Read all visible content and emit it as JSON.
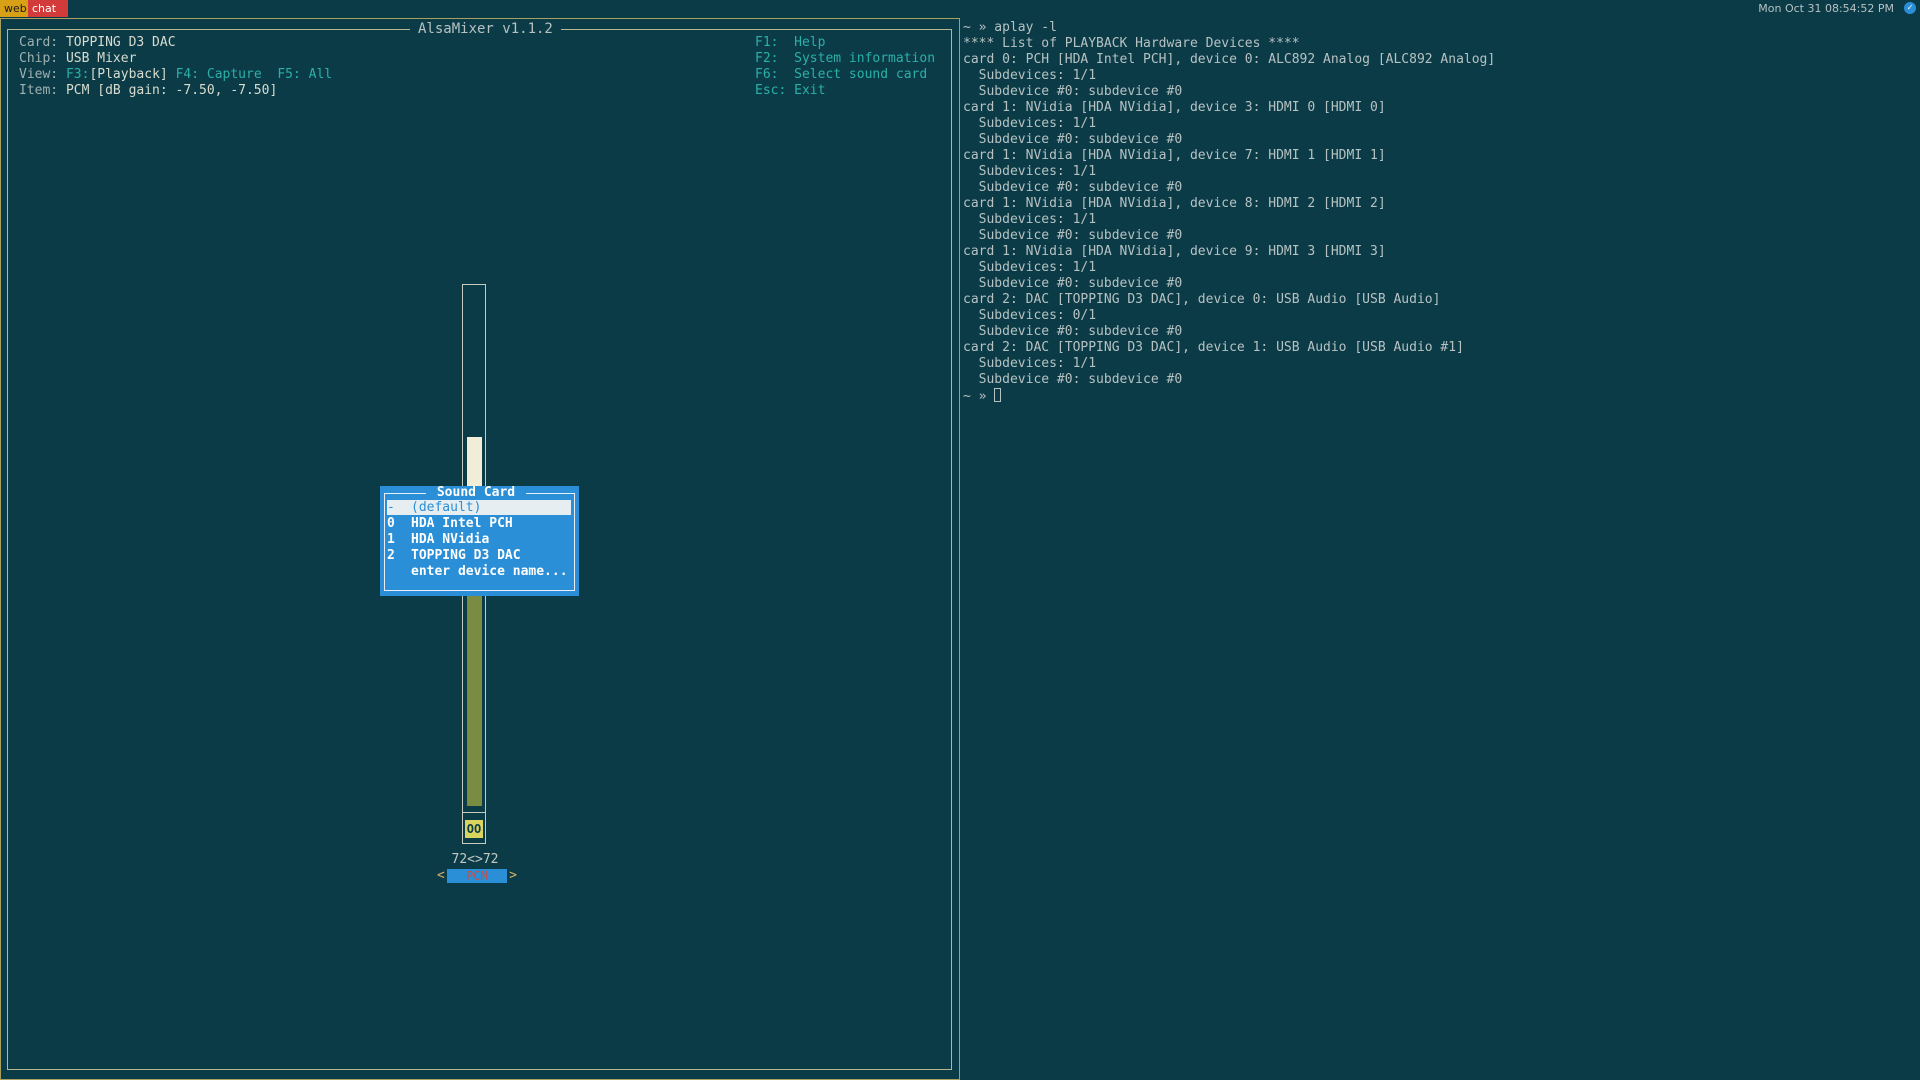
{
  "topbar": {
    "tags": [
      "web",
      "chat"
    ],
    "clock": "Mon Oct 31 08:54:52 PM",
    "tray_icon": "network-icon"
  },
  "mixer": {
    "title": "AlsaMixer v1.1.2",
    "card_label": "Card:",
    "card_value": "TOPPING D3 DAC",
    "chip_label": "Chip:",
    "chip_value": "USB Mixer",
    "view_label": "View:",
    "view_f3": "F3:",
    "view_playback": "[Playback]",
    "view_f4": "F4:",
    "view_capture": "Capture",
    "view_f5": "F5:",
    "view_all": "All",
    "item_label": "Item:",
    "item_value": "PCM [dB gain: -7.50, -7.50]",
    "help": [
      {
        "key": "F1:",
        "label": "Help"
      },
      {
        "key": "F2:",
        "label": "System information"
      },
      {
        "key": "F6:",
        "label": "Select sound card"
      },
      {
        "key": "Esc:",
        "label": "Exit"
      }
    ],
    "channel": {
      "mute_value": "OO",
      "level_text": "72<>72",
      "name": "PCM",
      "left_arrow": "<",
      "right_arrow": ">"
    },
    "popup": {
      "title": "Sound Card",
      "items": [
        {
          "key": "-",
          "label": "(default)",
          "selected": true
        },
        {
          "key": "0",
          "label": "HDA Intel PCH"
        },
        {
          "key": "1",
          "label": "HDA NVidia"
        },
        {
          "key": "2",
          "label": "TOPPING D3 DAC"
        },
        {
          "key": "",
          "label": "enter device name..."
        }
      ]
    }
  },
  "terminal": {
    "lines": [
      "~ » aplay -l",
      "**** List of PLAYBACK Hardware Devices ****",
      "card 0: PCH [HDA Intel PCH], device 0: ALC892 Analog [ALC892 Analog]",
      "  Subdevices: 1/1",
      "  Subdevice #0: subdevice #0",
      "card 1: NVidia [HDA NVidia], device 3: HDMI 0 [HDMI 0]",
      "  Subdevices: 1/1",
      "  Subdevice #0: subdevice #0",
      "card 1: NVidia [HDA NVidia], device 7: HDMI 1 [HDMI 1]",
      "  Subdevices: 1/1",
      "  Subdevice #0: subdevice #0",
      "card 1: NVidia [HDA NVidia], device 8: HDMI 2 [HDMI 2]",
      "  Subdevices: 1/1",
      "  Subdevice #0: subdevice #0",
      "card 1: NVidia [HDA NVidia], device 9: HDMI 3 [HDMI 3]",
      "  Subdevices: 1/1",
      "  Subdevice #0: subdevice #0",
      "card 2: DAC [TOPPING D3 DAC], device 0: USB Audio [USB Audio]",
      "  Subdevices: 0/1",
      "  Subdevice #0: subdevice #0",
      "card 2: DAC [TOPPING D3 DAC], device 1: USB Audio [USB Audio #1]",
      "  Subdevices: 1/1",
      "  Subdevice #0: subdevice #0"
    ],
    "prompt": "~ » "
  }
}
